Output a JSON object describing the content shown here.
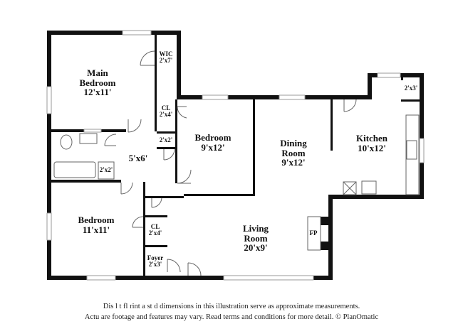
{
  "rooms": {
    "main_bedroom": {
      "name": "Main\nBedroom",
      "dims": "12'x11'"
    },
    "wic": {
      "name": "WIC",
      "dims": "2'x7'"
    },
    "closet_top": {
      "name": "CL",
      "dims": "2'x4'"
    },
    "closet_small": {
      "dims": "2'x2'"
    },
    "bedroom_mid": {
      "name": "Bedroom",
      "dims": "9'x12'"
    },
    "hall": {
      "dims": "5'x6'"
    },
    "bath_linen": {
      "dims": "2'x2'"
    },
    "dining": {
      "name": "Dining\nRoom",
      "dims": "9'x12'"
    },
    "kitchen": {
      "name": "Kitchen",
      "dims": "10'x12'"
    },
    "pantry": {
      "dims": "2'x3'"
    },
    "bedroom_low": {
      "name": "Bedroom",
      "dims": "11'x11'"
    },
    "closet_low": {
      "name": "CL",
      "dims": "2'x4'"
    },
    "living": {
      "name": "Living\nRoom",
      "dims": "20'x9'"
    },
    "fireplace": {
      "name": "FP"
    },
    "foyer": {
      "name": "Foyer",
      "dims": "2'x3'"
    }
  },
  "disclaimer": {
    "line1": "Dis      l    t  fl    rint  a   st   d dimensions in this illustration serve as approximate measurements.",
    "line2": "Actu     are footage and features may vary. Read terms and conditions for more detail. © PlanOmatic"
  },
  "colors": {
    "wall": "#111111",
    "fixture": "#666666",
    "window": "#9a9a9a"
  }
}
